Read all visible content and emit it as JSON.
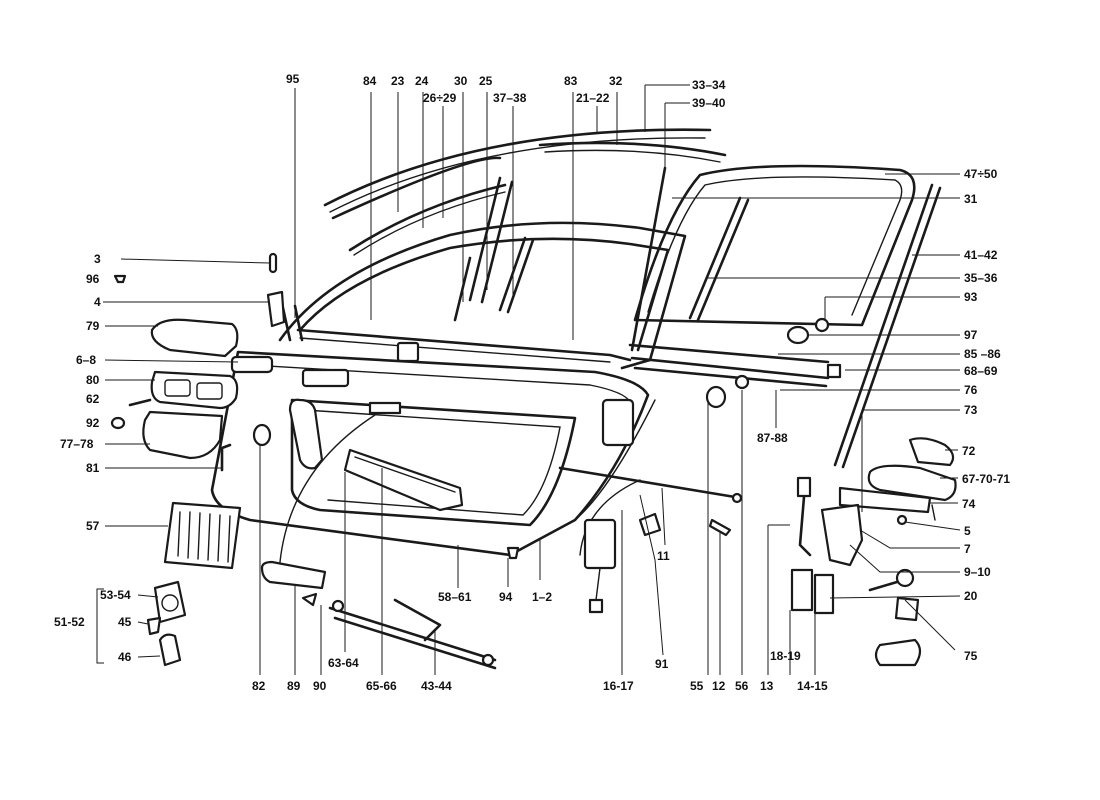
{
  "colors": {
    "ink": "#1a1a1a",
    "paper": "#ffffff"
  },
  "callouts": [
    {
      "id": "c95",
      "text": "95"
    },
    {
      "id": "c84",
      "text": "84"
    },
    {
      "id": "c23",
      "text": "23"
    },
    {
      "id": "c24",
      "text": "24"
    },
    {
      "id": "c30",
      "text": "30"
    },
    {
      "id": "c25",
      "text": "25"
    },
    {
      "id": "c26_29",
      "text": "26÷29"
    },
    {
      "id": "c37_38",
      "text": "37–38"
    },
    {
      "id": "c83",
      "text": "83"
    },
    {
      "id": "c21_22",
      "text": "21–22"
    },
    {
      "id": "c32",
      "text": "32"
    },
    {
      "id": "c33_34",
      "text": "33–34"
    },
    {
      "id": "c39_40",
      "text": "39–40"
    },
    {
      "id": "c47_50",
      "text": "47÷50"
    },
    {
      "id": "c31",
      "text": "31"
    },
    {
      "id": "c41_42",
      "text": "41–42"
    },
    {
      "id": "c35_36",
      "text": "35–36"
    },
    {
      "id": "c93",
      "text": "93"
    },
    {
      "id": "c97",
      "text": "97"
    },
    {
      "id": "c85_86",
      "text": "85 –86"
    },
    {
      "id": "c68_69",
      "text": "68–69"
    },
    {
      "id": "c76",
      "text": "76"
    },
    {
      "id": "c87_88",
      "text": "87-88"
    },
    {
      "id": "c73",
      "text": "73"
    },
    {
      "id": "c72",
      "text": "72"
    },
    {
      "id": "c67_70_71",
      "text": "67-70-71"
    },
    {
      "id": "c74",
      "text": "74"
    },
    {
      "id": "c5",
      "text": "5"
    },
    {
      "id": "c7",
      "text": "7"
    },
    {
      "id": "c9_10",
      "text": "9–10"
    },
    {
      "id": "c20",
      "text": "20"
    },
    {
      "id": "c75",
      "text": "75"
    },
    {
      "id": "c3",
      "text": "3"
    },
    {
      "id": "c96",
      "text": "96"
    },
    {
      "id": "c4",
      "text": "4"
    },
    {
      "id": "c79",
      "text": "79"
    },
    {
      "id": "c6_8",
      "text": "6–8"
    },
    {
      "id": "c80",
      "text": "80"
    },
    {
      "id": "c62",
      "text": "62"
    },
    {
      "id": "c92",
      "text": "92"
    },
    {
      "id": "c77_78",
      "text": "77–78"
    },
    {
      "id": "c81",
      "text": "81"
    },
    {
      "id": "c57",
      "text": "57"
    },
    {
      "id": "c53_54",
      "text": "53-54"
    },
    {
      "id": "c51_52",
      "text": "51-52"
    },
    {
      "id": "c45",
      "text": "45"
    },
    {
      "id": "c46",
      "text": "46"
    },
    {
      "id": "c82",
      "text": "82"
    },
    {
      "id": "c89",
      "text": "89"
    },
    {
      "id": "c90",
      "text": "90"
    },
    {
      "id": "c63_64",
      "text": "63-64"
    },
    {
      "id": "c65_66",
      "text": "65-66"
    },
    {
      "id": "c43_44",
      "text": "43-44"
    },
    {
      "id": "c58_61",
      "text": "58–61"
    },
    {
      "id": "c94",
      "text": "94"
    },
    {
      "id": "c1_2",
      "text": "1–2"
    },
    {
      "id": "c16_17",
      "text": "16-17"
    },
    {
      "id": "c91",
      "text": "91"
    },
    {
      "id": "c11",
      "text": "11"
    },
    {
      "id": "c55",
      "text": "55"
    },
    {
      "id": "c56",
      "text": "56"
    },
    {
      "id": "c12",
      "text": "12"
    },
    {
      "id": "c13",
      "text": "13"
    },
    {
      "id": "c18_19",
      "text": "18-19"
    },
    {
      "id": "c14_15",
      "text": "14-15"
    }
  ]
}
